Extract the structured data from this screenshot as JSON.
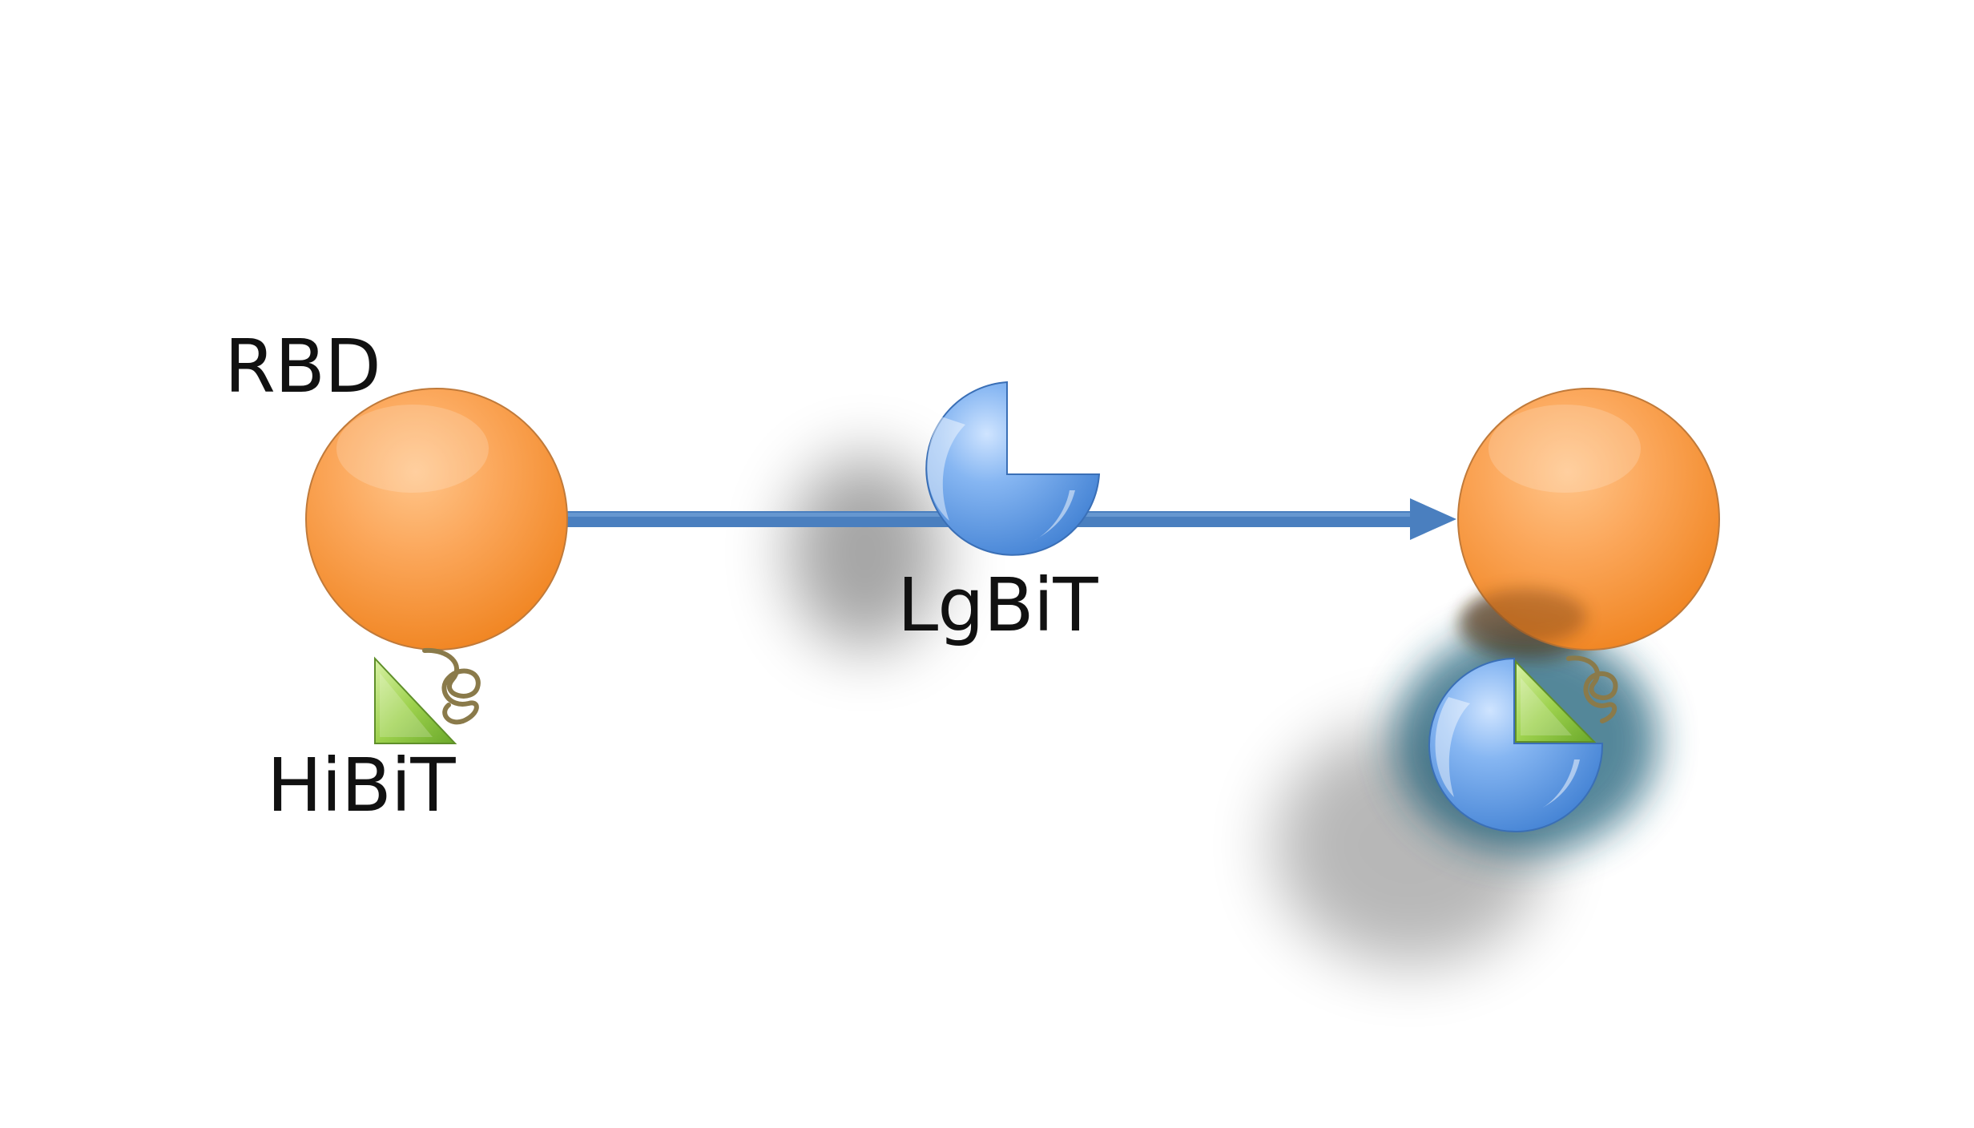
{
  "labels": {
    "rbd": "RBD",
    "hibit": "HiBiT",
    "lgbit": "LgBiT"
  },
  "colors": {
    "rbd_sphere": "#f7953a",
    "lgbit": "#4f8fdc",
    "hibit": "#8cc63f",
    "arrow": "#4a7fbf",
    "luminescence_glow": "#1f5f78"
  },
  "elements": {
    "left_rbd": "orange-sphere",
    "left_tag": "hibit-triangle-with-linker",
    "arrow": "right-arrow",
    "free_lgbit": "blue-pacman",
    "right_rbd": "orange-sphere",
    "complex": "lgbit-hibit-complex-glowing"
  }
}
